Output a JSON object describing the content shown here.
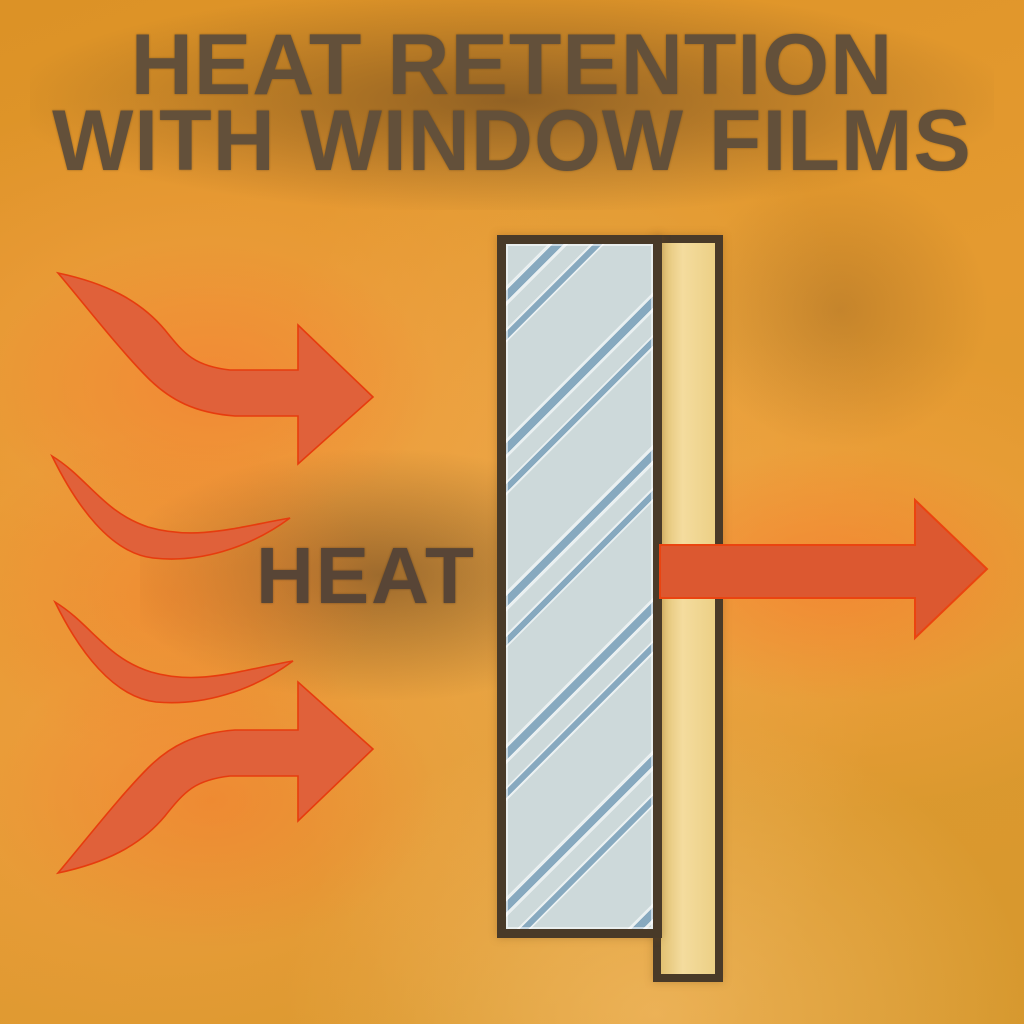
{
  "title": {
    "line1": "HEAT RETENTION",
    "line2": "WITH WINDOW FILMS"
  },
  "labels": {
    "heat": "HEAT"
  },
  "colors": {
    "background": "#de9328",
    "background-light": "#f4aa50",
    "glow": "#f07020",
    "title-text": "#63503a",
    "heat-text": "#584536",
    "wave-fill": "#e0613a",
    "wave-stroke": "#e63c0e",
    "exit-arrow-fill": "#dc5830",
    "exit-arrow-stroke": "#ea4410",
    "frame": "#493a28",
    "glass": "#cdd9da",
    "glass-stripe": "#87a9bf",
    "film": "#ecd086"
  }
}
